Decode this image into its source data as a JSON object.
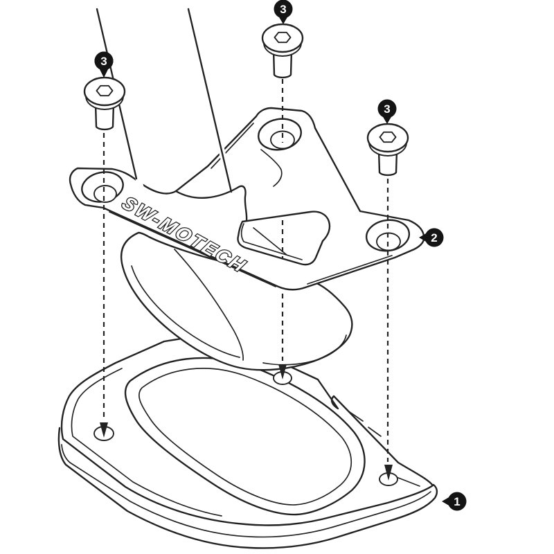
{
  "diagram": {
    "type": "exploded-assembly-diagram",
    "brand_text": "SW-MOTECH",
    "callouts": {
      "base_plate": {
        "label": "1"
      },
      "adapter_plate": {
        "label": "2"
      },
      "bolt_left": {
        "label": "3"
      },
      "bolt_center": {
        "label": "3"
      },
      "bolt_right": {
        "label": "3"
      }
    }
  },
  "colors": {
    "line": "#232323",
    "badge_fill": "#141414",
    "badge_text": "#ffffff",
    "background": "#ffffff"
  }
}
